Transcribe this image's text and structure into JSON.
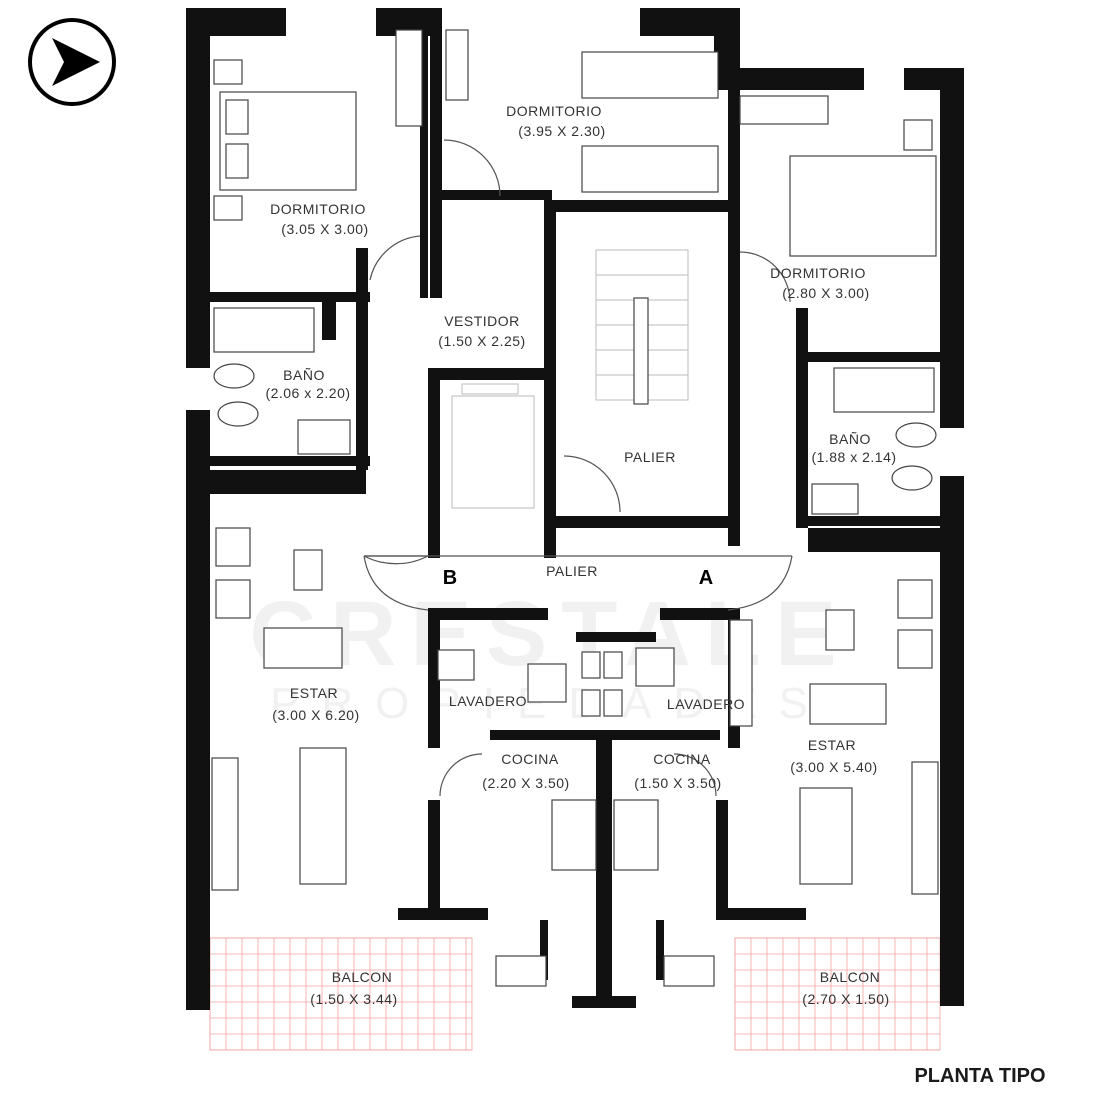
{
  "title": "PLANTA TIPO",
  "watermark": {
    "main": "CRESTALE",
    "sub": "PROPIEDADES"
  },
  "units": {
    "a": "A",
    "b": "B"
  },
  "rooms": {
    "dormitorio_left": {
      "name": "DORMITORIO",
      "dims": "(3.05  X  3.00)"
    },
    "dormitorio_top": {
      "name": "DORMITORIO",
      "dims": "(3.95  X  2.30)"
    },
    "dormitorio_right": {
      "name": "DORMITORIO",
      "dims": "(2.80  X  3.00)"
    },
    "vestidor": {
      "name": "VESTIDOR",
      "dims": "(1.50  X  2.25)"
    },
    "bano_left": {
      "name": "BAÑO",
      "dims": "(2.06 x 2.20)"
    },
    "bano_right": {
      "name": "BAÑO",
      "dims": "(1.88 x 2.14)"
    },
    "palier_stair": {
      "name": "PALIER"
    },
    "palier_hall": {
      "name": "PALIER"
    },
    "estar_left": {
      "name": "ESTAR",
      "dims": "(3.00  X  6.20)"
    },
    "estar_right": {
      "name": "ESTAR",
      "dims": "(3.00  X  5.40)"
    },
    "lavadero_left": {
      "name": "LAVADERO"
    },
    "lavadero_right": {
      "name": "LAVADERO"
    },
    "cocina_left": {
      "name": "COCINA",
      "dims": "(2.20  X  3.50)"
    },
    "cocina_right": {
      "name": "COCINA",
      "dims": "(1.50  X  3.50)"
    },
    "balcon_left": {
      "name": "BALCON",
      "dims": "(1.50  X  3.44)"
    },
    "balcon_right": {
      "name": "BALCON",
      "dims": "(2.70  X  1.50)"
    }
  },
  "icons": {
    "north": "north-arrow-icon"
  },
  "colors": {
    "walls": "#111111",
    "balcony_tiles": "#f2a0a0",
    "lines": "#555555"
  }
}
